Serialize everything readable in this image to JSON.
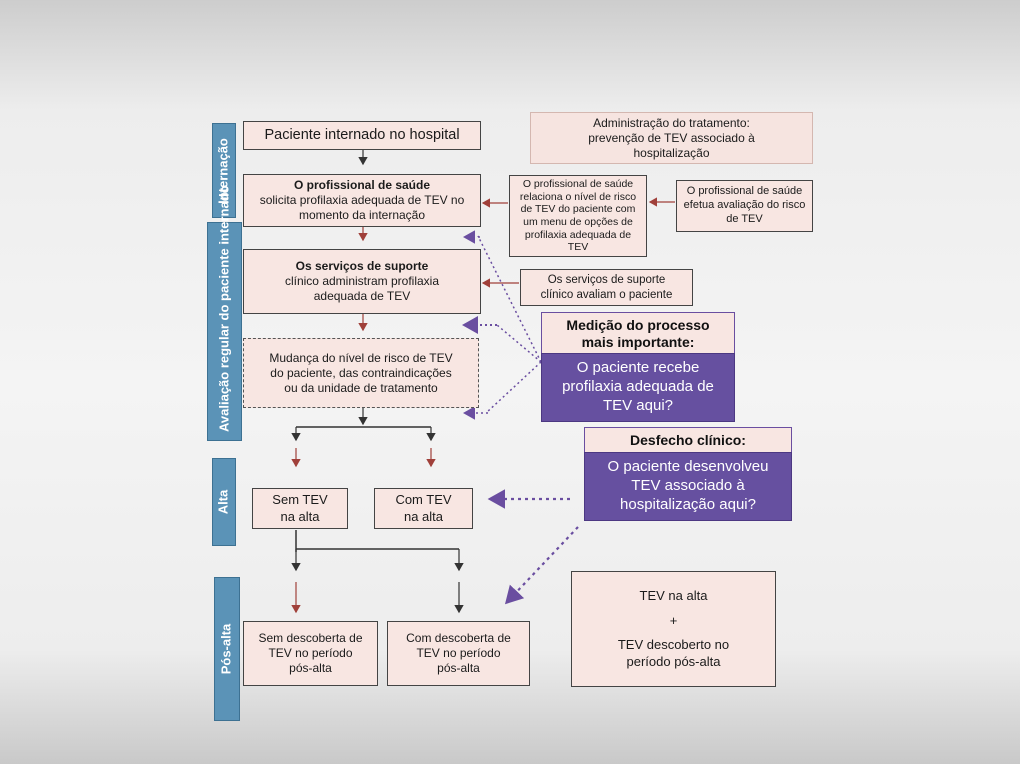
{
  "stages": {
    "internacao": "Internação",
    "avaliacao": "Avaliação regular do paciente internado",
    "alta": "Alta",
    "pos_alta": "Pós-alta"
  },
  "boxes": {
    "paciente_internado": "Paciente internado no hospital",
    "administracao": "Administração do tratamento: prevenção de TEV associado à hospitalização",
    "profissional_saude_title": "O profissional de saúde",
    "profissional_saude_body": "solicita profilaxia adequada de TEV no momento da internação",
    "profissional_relaciona": "O profissional de saúde relaciona o nível de risco de TEV do paciente com um menu de opções de profilaxia adequada de TEV",
    "profissional_avaliacao": "O profissional de saúde efetua avaliação do risco de TEV",
    "servicos_suporte_title": "Os serviços de suporte",
    "servicos_suporte_body": "clínico administram profilaxia adequada de TEV",
    "servicos_avaliam": "Os serviços de suporte clínico avaliam o paciente",
    "mudanca_risco": "Mudança do nível de risco de TEV do paciente, das contraindicações ou da unidade de tratamento",
    "sem_tev_alta": "Sem TEV na alta",
    "com_tev_alta": "Com TEV na alta",
    "sem_descoberta": "Sem descoberta de TEV no período pós-alta",
    "com_descoberta": "Com descoberta de TEV no período pós-alta",
    "tev_na_alta": "TEV na alta",
    "plus": "+",
    "tev_descoberto": "TEV descoberto no período pós-alta"
  },
  "highlights": {
    "medicao_head": "Medição do processo mais importante:",
    "medicao_body": "O paciente recebe profilaxia adequada de TEV aqui?",
    "desfecho_head": "Desfecho clínico:",
    "desfecho_body": "O paciente desenvolveu TEV associado à hospitalização aqui?"
  },
  "colors": {
    "stage_blue": "#5b93b7",
    "box_fill": "#f8e6e2",
    "highlight_purple": "#6650a0",
    "arrow_red": "#a0403a",
    "dotted_purple": "#6a4ea0"
  }
}
